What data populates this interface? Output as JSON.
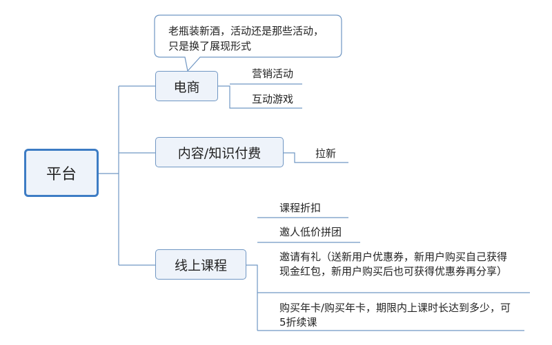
{
  "root": {
    "label": "平台"
  },
  "callout": {
    "text": "老瓶装新酒，活动还是那些活动，只是换了展现形式"
  },
  "branches": [
    {
      "label": "电商",
      "leaves": [
        "营销活动",
        "互动游戏"
      ]
    },
    {
      "label": "内容/知识付费",
      "leaves": [
        "拉新"
      ]
    },
    {
      "label": "线上课程",
      "leaves": [
        "课程折扣",
        "邀人低价拼团",
        "邀请有礼（送新用户优惠券，新用户购买自己获得现金红包，新用户购买后也可获得优惠券再分享）",
        "购买年卡/购买年卡，期限内上课时长达到多少，可5折续课"
      ]
    }
  ],
  "colors": {
    "line": "#6f96c3",
    "root_border": "#3d7cc4",
    "node_fill": "#eef3fa"
  }
}
